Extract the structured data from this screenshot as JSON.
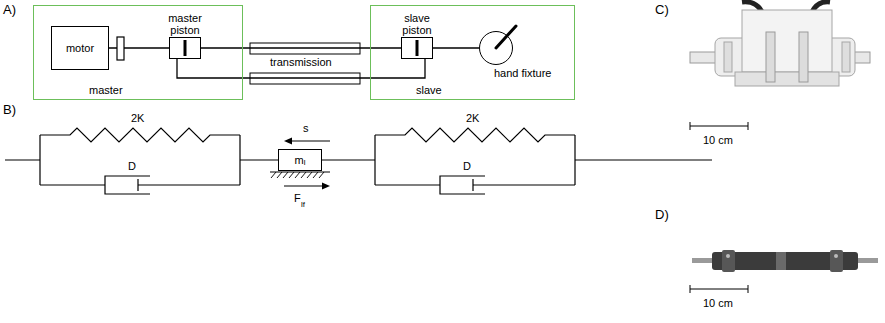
{
  "diagram": {
    "nodes": [
      {
        "text": [
          "master"
        ]
      },
      {
        "text": [
          "motor"
        ],
        "in": 0
      },
      {
        "text": [
          "master piston"
        ],
        "in": 0
      },
      {
        "text": [
          "slave"
        ]
      },
      {
        "text": [
          "slave piston"
        ],
        "in": 3
      },
      {
        "text": [
          "hand fixture"
        ],
        "in": 3
      },
      {
        "text": [
          "m",
          "l"
        ]
      }
    ],
    "edges": [
      {
        "from": 1,
        "to": 2,
        "arrow": "none"
      },
      {
        "from": 2,
        "to": 4,
        "arrow": "none"
      },
      {
        "from": 2,
        "to": 4,
        "arrow": "none"
      },
      {
        "from": 4,
        "to": 5,
        "arrow": "none"
      }
    ],
    "labels": [
      "A)",
      "B)",
      "C)",
      "D)",
      "transmission",
      "2K",
      "D",
      "2K",
      "D",
      "s",
      "F",
      "lf",
      "10 cm",
      "10 cm"
    ]
  }
}
